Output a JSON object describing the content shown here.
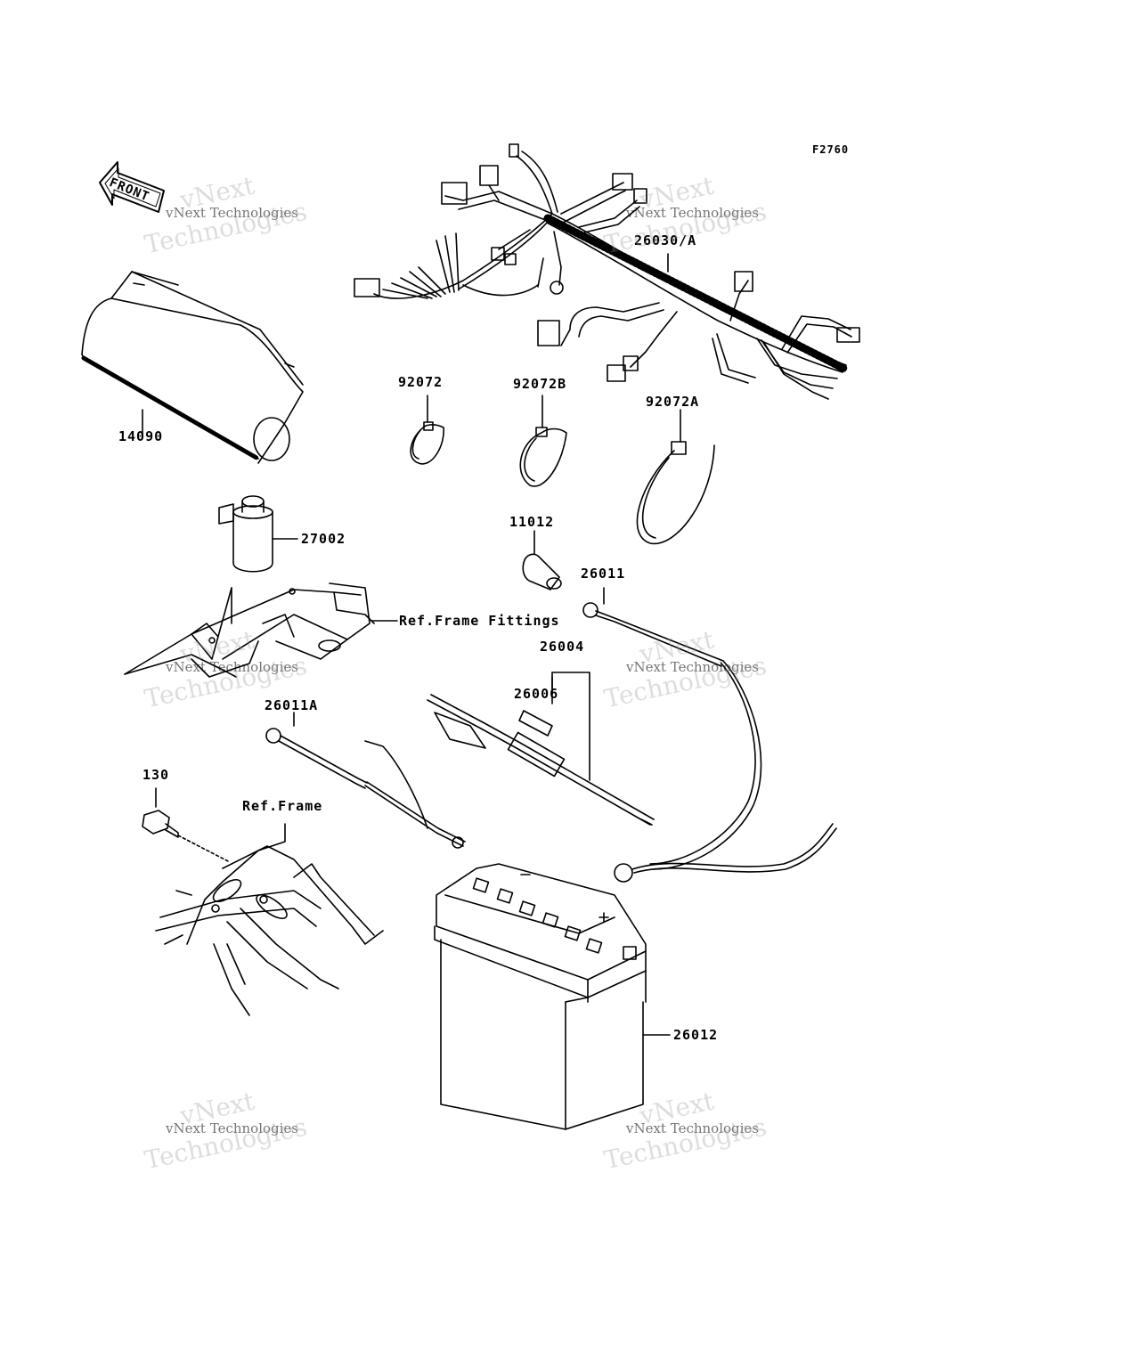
{
  "figure_code": "F2760",
  "front_arrow": "FRONT",
  "parts": {
    "p26030A": "26030/A",
    "p92072": "92072",
    "p92072B": "92072B",
    "p92072A": "92072A",
    "p14090": "14090",
    "p27002": "27002",
    "p11012": "11012",
    "p26011": "26011",
    "ref_frame_fittings": "Ref.Frame Fittings",
    "p26004": "26004",
    "p26006": "26006",
    "p26011A": "26011A",
    "p130": "130",
    "ref_frame": "Ref.Frame",
    "p26012": "26012"
  },
  "watermark": {
    "line": "vNext Technologies",
    "big1": "vNext",
    "big2": "Technologies"
  },
  "colors": {
    "ink": "#000000"
  }
}
